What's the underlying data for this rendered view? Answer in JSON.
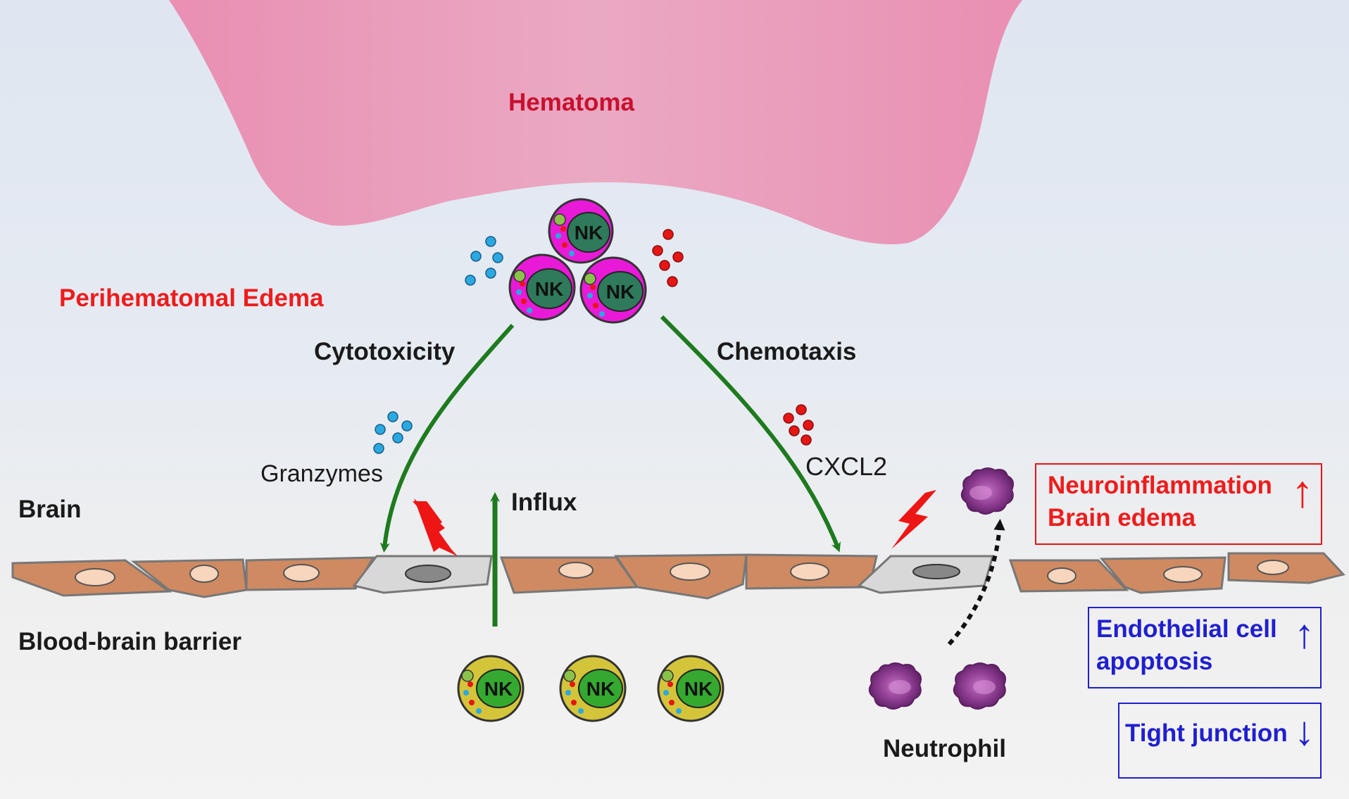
{
  "labels": {
    "hematoma": "Hematoma",
    "perihematomal_edema": "Perihematomal Edema",
    "cytotoxicity": "Cytotoxicity",
    "chemotaxis": "Chemotaxis",
    "granzymes": "Granzymes",
    "cxcl2": "CXCL2",
    "influx": "Influx",
    "brain": "Brain",
    "bbb": "Blood-brain barrier",
    "neutrophil": "Neutrophil",
    "nk": "NK"
  },
  "effects": {
    "neuroinflammation": "Neuroinflammation",
    "brain_edema": "Brain edema",
    "endothelial_line1": "Endothelial cell",
    "endothelial_line2": "apoptosis",
    "tight_junction": "Tight junction",
    "up_arrow": "↑",
    "down_arrow": "↓"
  },
  "colors": {
    "hematoma": "#ea9bbb",
    "nk_active": "#e81ad8",
    "nk_resting": "#d4c43a",
    "nk_nucleus_active": "#2e7a5a",
    "nk_nucleus_resting": "#35a830",
    "granzyme": "#29a9e0",
    "cxcl2": "#e81515",
    "endothelial": "#cf8a62",
    "apoptotic": "#d4d4d4",
    "arrow_green": "#1e7a1e",
    "neutrophil": "#8a3a8e",
    "red_text": "#ee1c1c",
    "blue_text": "#1f1fd0"
  },
  "icons": [
    "lightning-icon",
    "dotted-arrow-icon",
    "up-arrow-icon",
    "down-arrow-icon"
  ]
}
